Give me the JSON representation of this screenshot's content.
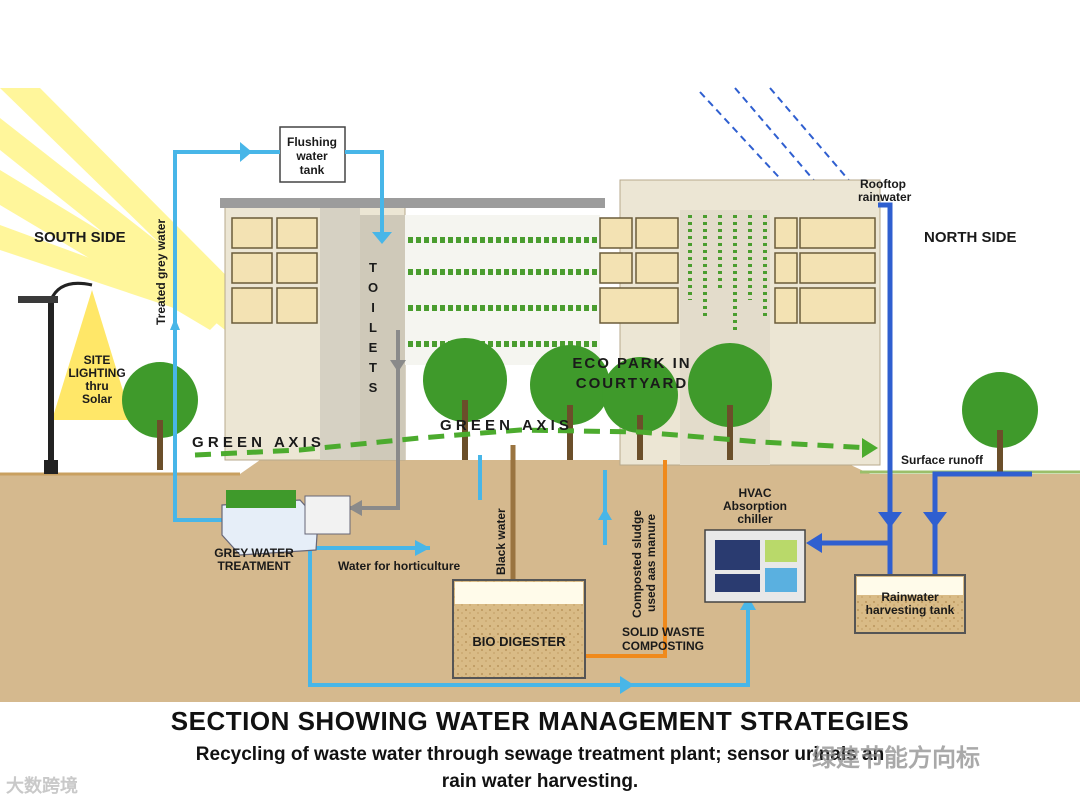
{
  "labels": {
    "south_side": "SOUTH SIDE",
    "north_side": "NORTH SIDE",
    "flushing_tank": [
      "Flushing",
      "water",
      "tank"
    ],
    "treated_grey_water": "Treated grey water",
    "site_lighting": [
      "SITE",
      "LIGHTING",
      "thru",
      "Solar"
    ],
    "toilets": [
      "T",
      "O",
      "I",
      "L",
      "E",
      "T",
      "S"
    ],
    "eco_park": [
      "ECO PARK IN",
      "COURTYARD"
    ],
    "green_axis_1": "G R E E N   A X I S",
    "green_axis_2": "G R E E N   A X I S",
    "rooftop_rainwater": [
      "Rooftop",
      "rainwater"
    ],
    "surface_runoff": "Surface runoff",
    "grey_water_treatment": [
      "GREY WATER",
      "TREATMENT"
    ],
    "water_for_horticulture": "Water for horticulture",
    "black_water": "Black water",
    "composted_sludge": [
      "Composted sludge",
      "used aas manure"
    ],
    "hvac": [
      "HVAC",
      "Absorption",
      "chiller"
    ],
    "rainwater_tank": [
      "Rainwater",
      "harvesting tank"
    ],
    "bio_digester": "BIO DIGESTER",
    "solid_waste": [
      "SOLID WASTE",
      "COMPOSTING"
    ]
  },
  "caption": {
    "title": "SECTION SHOWING WATER MANAGEMENT STRATEGIES",
    "line1": "Recycling of waste water through sewage treatment plant; sensor urinals an",
    "line2": "rain water harvesting."
  },
  "watermarks": {
    "left": "大数跨境",
    "right": "绿建节能方向标"
  },
  "colors": {
    "ground": "#d5b98e",
    "sky_sun": "#fff27a",
    "tree": "#3f9a2b",
    "grey_water_line": "#48b6e8",
    "rain_line": "#2f5fd0",
    "compost_line": "#f08a1c",
    "black_water_line": "#9a7440",
    "green_axis": "#4cab2e"
  }
}
